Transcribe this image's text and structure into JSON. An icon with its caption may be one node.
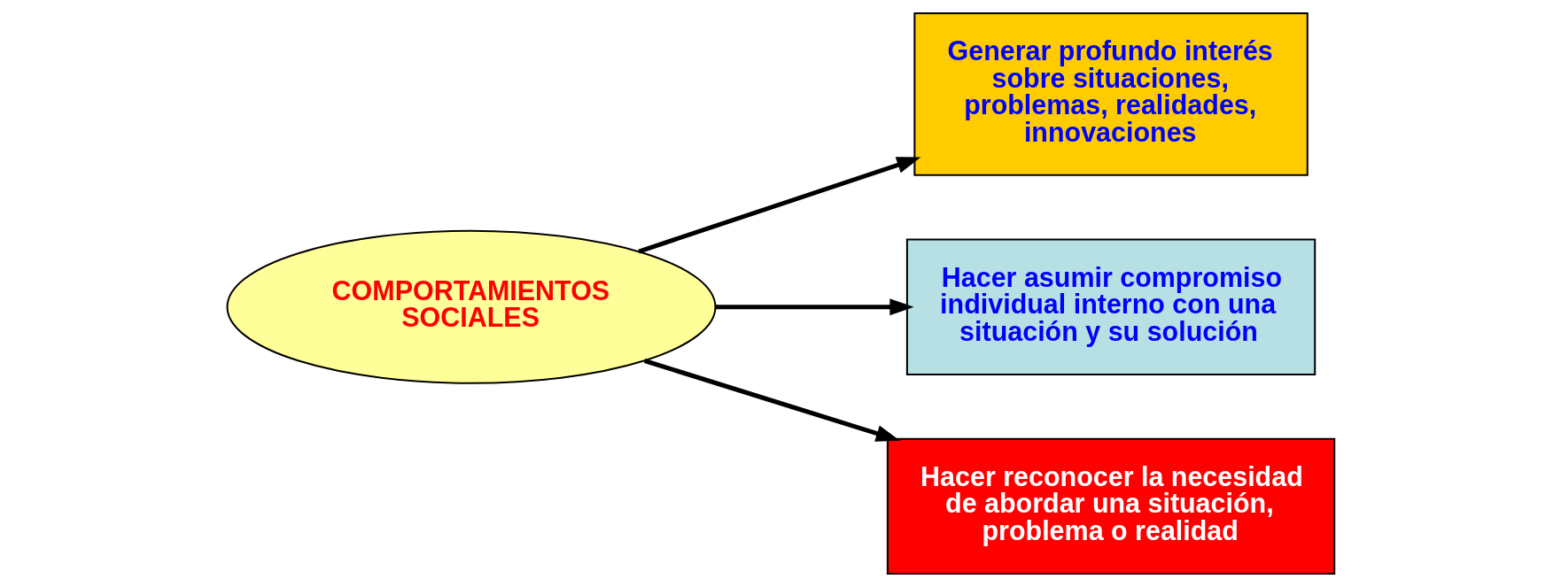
{
  "diagram": {
    "nodes": [
      {
        "text": [
          "Generar profundo interés sobre situaciones, problemas, realidades, innovaciones"
        ]
      },
      {
        "text": [
          "Hacer asumir compromiso individual interno con una situación y su solución"
        ]
      },
      {
        "text": [
          "COMPORTAMIENTOS SOCIALES"
        ]
      },
      {
        "text": [
          "Hacer reconocer la necesidad de abordar una situación, problema o realidad"
        ]
      }
    ],
    "edges": [
      {
        "from": 2,
        "to": 0,
        "arrow": "to"
      },
      {
        "from": 2,
        "to": 1,
        "arrow": "to"
      },
      {
        "from": 2,
        "to": 3,
        "arrow": "to"
      }
    ]
  }
}
